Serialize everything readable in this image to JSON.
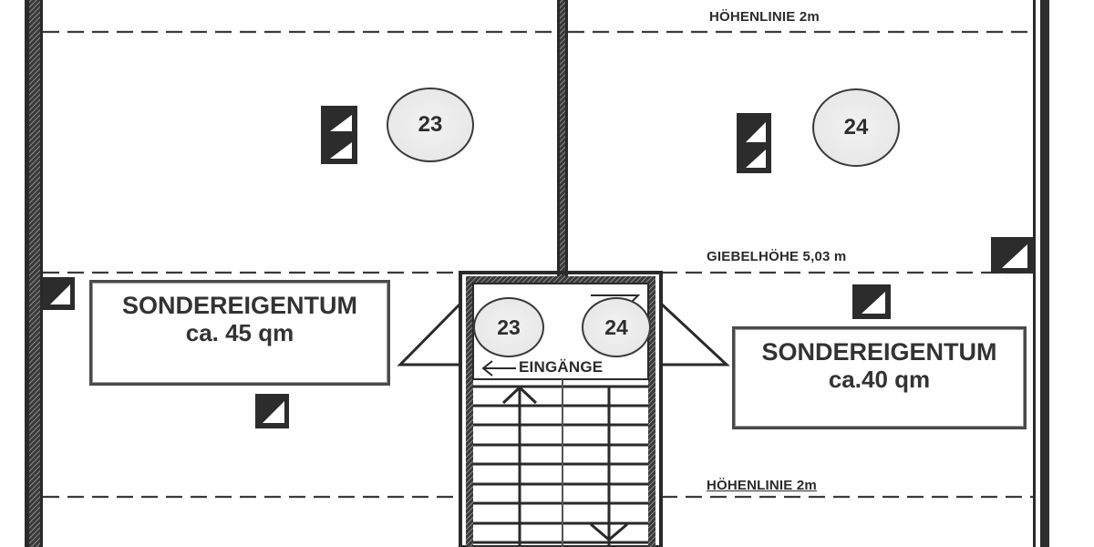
{
  "plan": {
    "contour_lines": [
      {
        "label": "HÖHENLINIE 2m",
        "position": "top-right"
      },
      {
        "label": "GIEBELHÖHE 5,03 m",
        "position": "middle-right"
      },
      {
        "label": "HÖHENLINIE 2m",
        "position": "bottom-right"
      }
    ],
    "units": [
      {
        "number": "23",
        "side": "left"
      },
      {
        "number": "24",
        "side": "right"
      }
    ],
    "areas": [
      {
        "title": "SONDEREIGENTUM",
        "size": "ca. 45 qm",
        "side": "left"
      },
      {
        "title": "SONDEREIGENTUM",
        "size": "ca.40 qm",
        "side": "right"
      }
    ],
    "stairwell": {
      "entrance_label": "EINGÄNGE",
      "unit_numbers": [
        "23",
        "24"
      ]
    },
    "colors": {
      "wall": "#2a2a2a",
      "line": "#3a3a3a",
      "background": "#ffffff",
      "circle_fill": "#e8e8e8"
    }
  }
}
